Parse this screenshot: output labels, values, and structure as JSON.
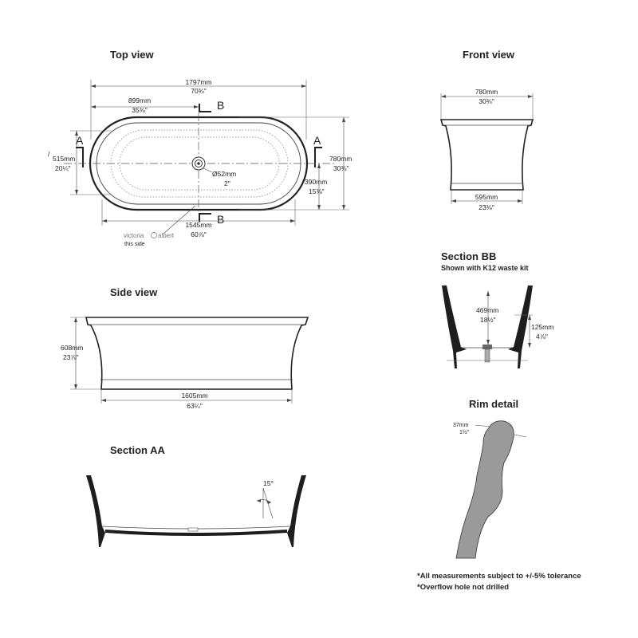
{
  "top_view": {
    "title": "Top view",
    "overall_length_mm": "1797mm",
    "overall_length_in": "70¾\"",
    "half_length_mm": "899mm",
    "half_length_in": "35⅜\"",
    "inner_width_mm": "515mm",
    "inner_width_in": "20¼\"",
    "overall_width_mm": "780mm",
    "overall_width_in": "30¾\"",
    "half_width_mm": "390mm",
    "half_width_in": "15⅜\"",
    "waste_dia_mm": "Ø52mm",
    "waste_dia_in": "2\"",
    "base_length_mm": "1545mm",
    "base_length_in": "60⅞\"",
    "section_a": "A",
    "section_b": "B",
    "brand_left": "victoria",
    "brand_right": "albert",
    "brand_note": "this side"
  },
  "front_view": {
    "title": "Front view",
    "top_width_mm": "780mm",
    "top_width_in": "30¾\"",
    "base_width_mm": "595mm",
    "base_width_in": "23⅜\""
  },
  "section_bb": {
    "title": "Section BB",
    "subtitle": "Shown with K12 waste kit",
    "depth_mm": "469mm",
    "depth_in": "18½\"",
    "base_height_mm": "125mm",
    "base_height_in": "4⅞\""
  },
  "side_view": {
    "title": "Side view",
    "height_mm": "608mm",
    "height_in": "23⅞\"",
    "length_mm": "1605mm",
    "length_in": "63¼\""
  },
  "rim_detail": {
    "title": "Rim detail",
    "rim_mm": "37mm",
    "rim_in": "1½\""
  },
  "section_aa": {
    "title": "Section AA",
    "angle": "15°"
  },
  "notes": [
    "*All measurements subject to +/-5% tolerance",
    "*Overflow hole not drilled"
  ]
}
